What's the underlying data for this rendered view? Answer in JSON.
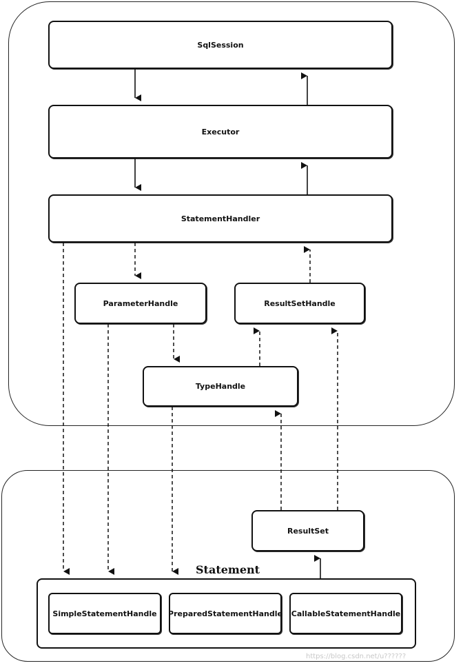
{
  "diagram": {
    "upper_group": {},
    "lower_group": {},
    "statement_group": {
      "label": "Statement"
    },
    "nodes": {
      "sql_session": "SqlSession",
      "executor": "Executor",
      "statement_handler": "StatementHandler",
      "parameter_handle": "ParameterHandle",
      "result_set_handle": "ResultSetHandle",
      "type_handle": "TypeHandle",
      "result_set": "ResultSet",
      "simple_statement_handle": "SimpleStatementHandle",
      "prepared_statement_handle": "PreparedStatementHandle",
      "callable_statement_handle": "CallableStatementHandle"
    },
    "edges": [
      {
        "from": "sql_session",
        "to": "executor",
        "style": "solid"
      },
      {
        "from": "executor",
        "to": "sql_session",
        "style": "solid"
      },
      {
        "from": "executor",
        "to": "statement_handler",
        "style": "solid"
      },
      {
        "from": "statement_handler",
        "to": "executor",
        "style": "solid"
      },
      {
        "from": "statement_handler",
        "to": "parameter_handle",
        "style": "dashed"
      },
      {
        "from": "result_set_handle",
        "to": "statement_handler",
        "style": "dashed"
      },
      {
        "from": "parameter_handle",
        "to": "type_handle",
        "style": "dashed"
      },
      {
        "from": "type_handle",
        "to": "result_set_handle",
        "style": "dashed"
      },
      {
        "from": "statement_handler",
        "to": "statement_group",
        "style": "dashed"
      },
      {
        "from": "parameter_handle",
        "to": "statement_group",
        "style": "dashed"
      },
      {
        "from": "type_handle",
        "to": "statement_group",
        "style": "dashed"
      },
      {
        "from": "result_set",
        "to": "type_handle",
        "style": "dashed"
      },
      {
        "from": "result_set",
        "to": "result_set_handle",
        "style": "dashed"
      },
      {
        "from": "statement_group",
        "to": "result_set",
        "style": "solid"
      }
    ]
  },
  "watermark": "https://blog.csdn.net/u??????"
}
